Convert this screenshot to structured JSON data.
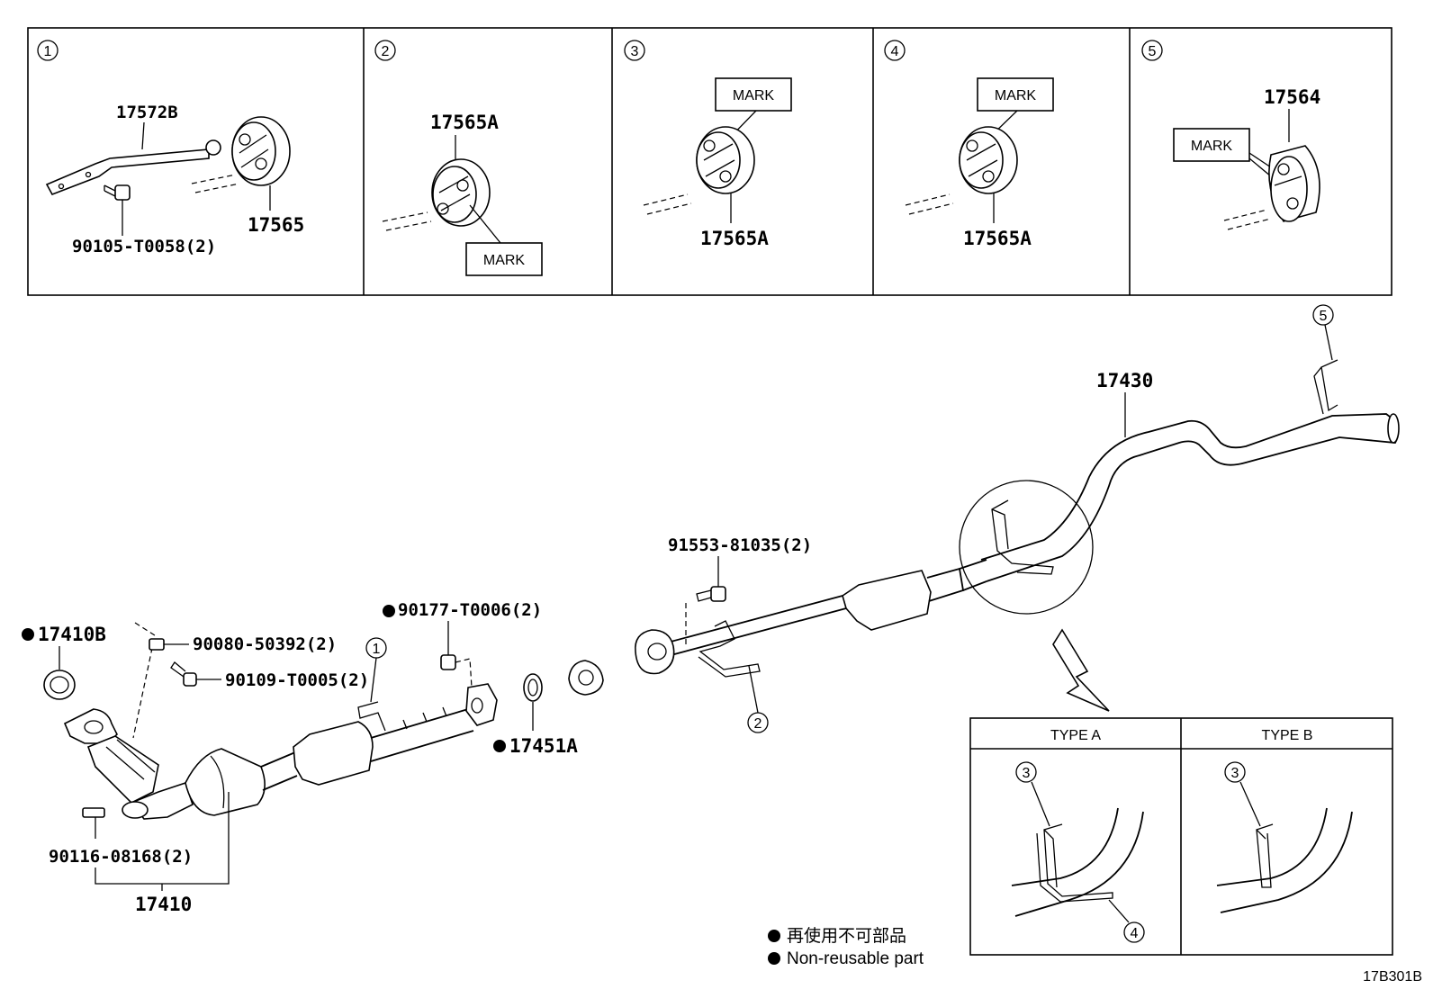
{
  "panels": [
    {
      "num": "1",
      "parts": [
        "17572B",
        "90105-T0058(2)",
        "17565"
      ]
    },
    {
      "num": "2",
      "parts": [
        "17565A"
      ],
      "mark": "MARK"
    },
    {
      "num": "3",
      "parts": [
        "17565A"
      ],
      "mark": "MARK"
    },
    {
      "num": "4",
      "parts": [
        "17565A"
      ],
      "mark": "MARK"
    },
    {
      "num": "5",
      "parts": [
        "17564"
      ],
      "mark": "MARK"
    }
  ],
  "main": {
    "p17430": "17430",
    "p91553": "91553-81035(2)",
    "p17410B": "17410B",
    "p90080": "90080-50392(2)",
    "p90109": "90109-T0005(2)",
    "p90177": "90177-T0006(2)",
    "p17451A": "17451A",
    "p90116": "90116-08168(2)",
    "p17410": "17410",
    "callouts": [
      "1",
      "2",
      "5"
    ]
  },
  "inset": {
    "type_a": "TYPE A",
    "type_b": "TYPE B",
    "callout_a1": "3",
    "callout_a2": "4",
    "callout_b1": "3"
  },
  "legend": {
    "jp": "再使用不可部品",
    "en": "Non-reusable part"
  },
  "code": "17B301B"
}
